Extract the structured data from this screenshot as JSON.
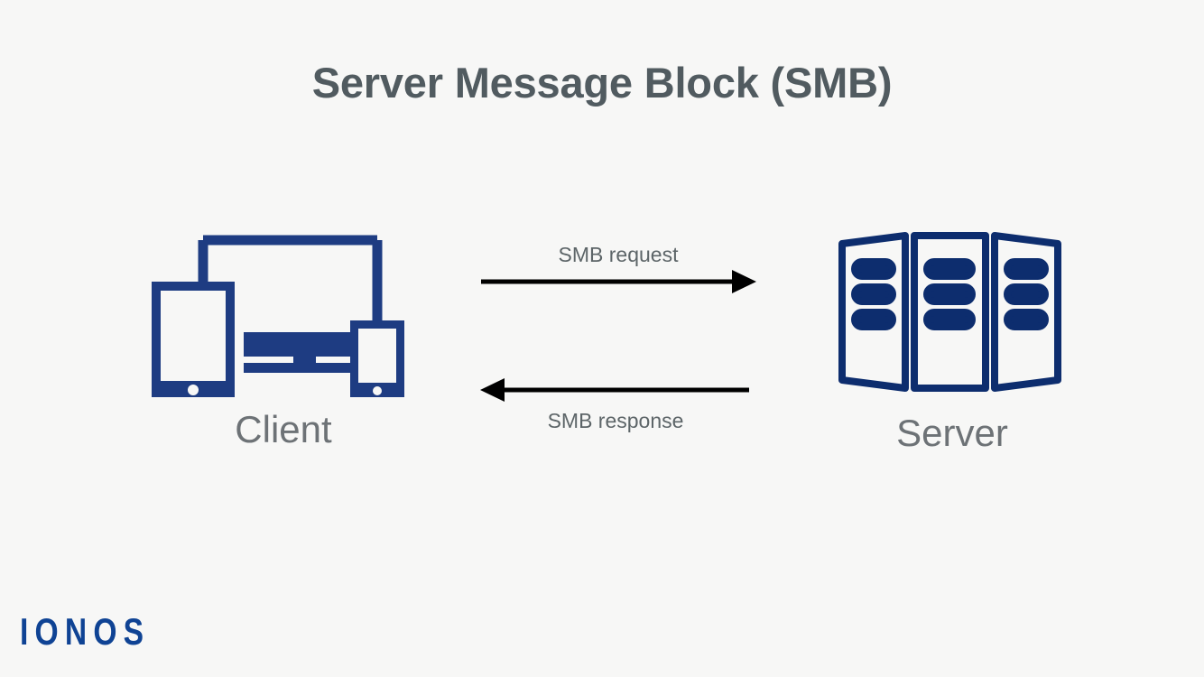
{
  "page": {
    "title": "Server Message Block (SMB)",
    "background_color": "#f7f7f6",
    "title_color": "#515b60"
  },
  "diagram": {
    "type": "sequence-flow",
    "nodes": [
      {
        "id": "client",
        "label": "Client",
        "icon": "client-devices-icon",
        "devices": [
          "tablet",
          "desktop-monitor",
          "smartphone"
        ],
        "color": "#1e3c82"
      },
      {
        "id": "server",
        "label": "Server",
        "icon": "server-rack-icon",
        "panels": 3,
        "slots_per_panel": 3,
        "color": "#0d2d6e"
      }
    ],
    "arrows": [
      {
        "id": "smb-request",
        "label": "SMB request",
        "direction": "right",
        "from": "client",
        "to": "server",
        "color": "#000000",
        "label_position": "above"
      },
      {
        "id": "smb-response",
        "label": "SMB response",
        "direction": "left",
        "from": "server",
        "to": "client",
        "color": "#000000",
        "label_position": "below"
      }
    ]
  },
  "branding": {
    "logo_text": "IONOS",
    "logo_color": "#0f4394"
  }
}
